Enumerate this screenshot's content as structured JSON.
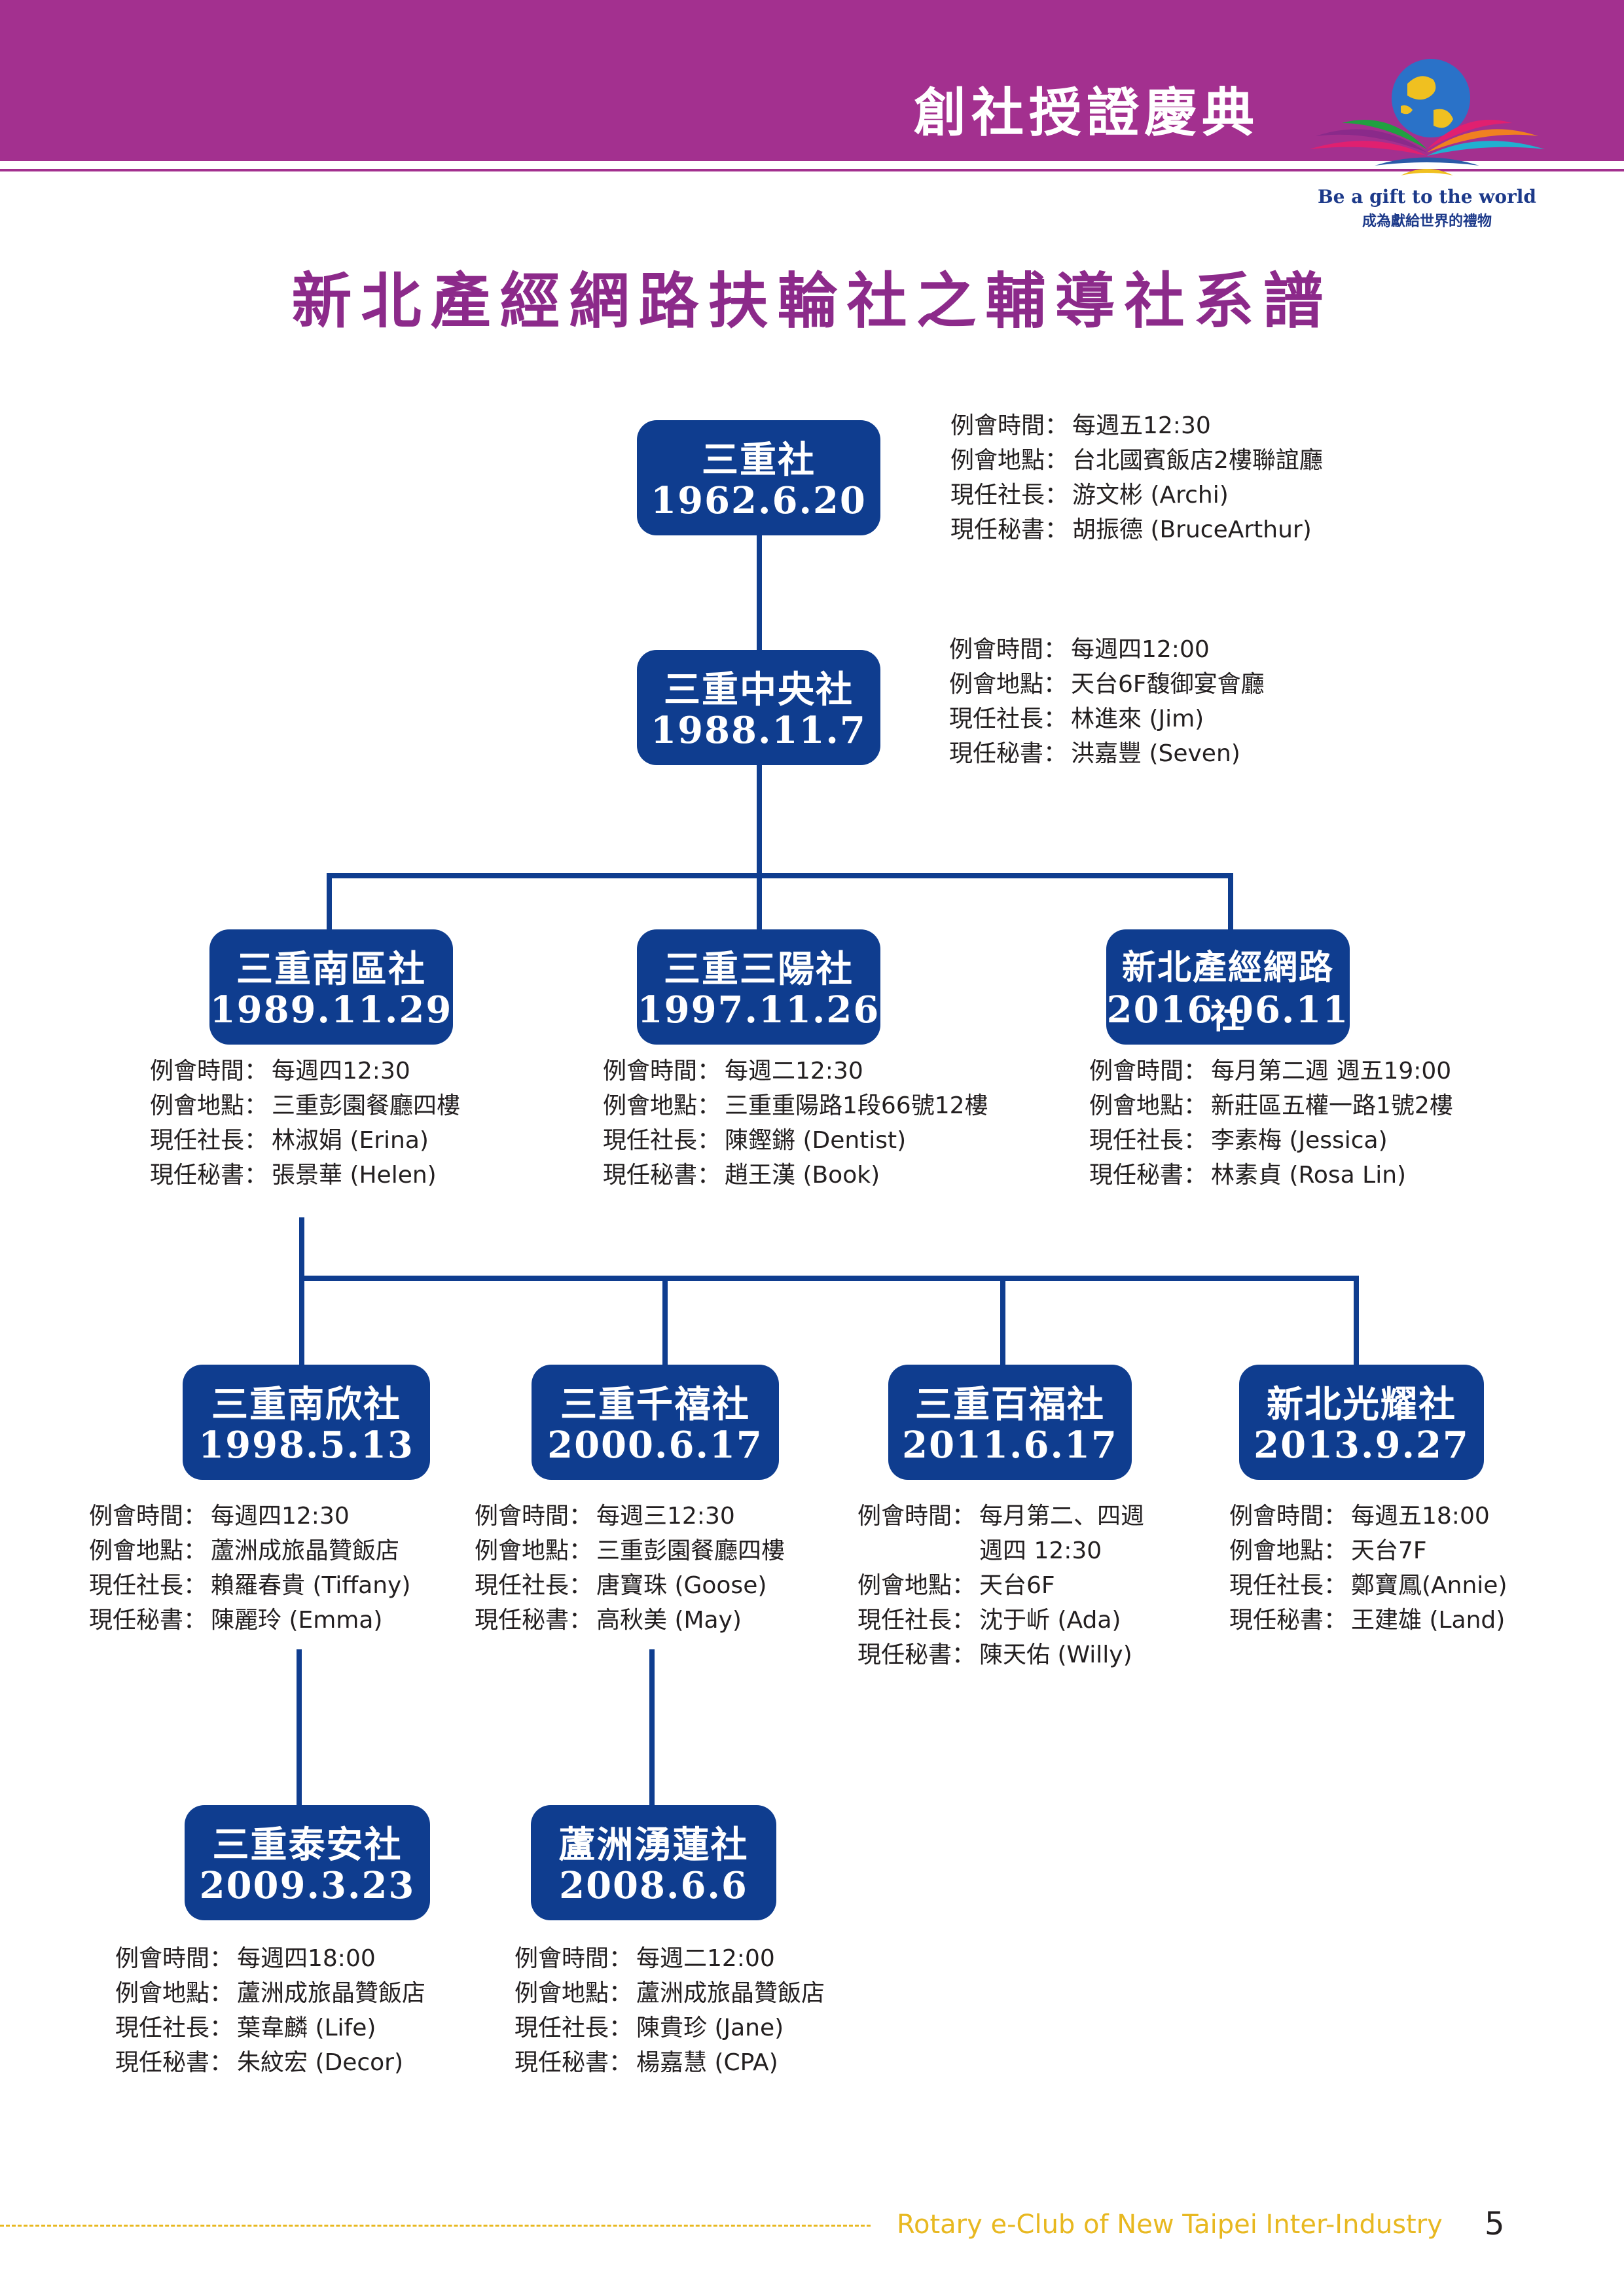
{
  "header": {
    "title": "創社授證慶典",
    "slogan_en": "Be a gift to the world",
    "slogan_zh": "成為獻給世界的禮物"
  },
  "page_title": "新北產經網路扶輪社之輔導社系譜",
  "labels": {
    "time": "例會時間：",
    "place": "例會地點：",
    "president": "現任社長：",
    "secretary": "現任秘書："
  },
  "clubs": {
    "sanchong": {
      "name": "三重社",
      "date": "1962.6.20",
      "time": "每週五12:30",
      "place": "台北國賓飯店2樓聯誼廳",
      "president": "游文彬 (Archi)",
      "secretary": "胡振德 (BruceArthur)"
    },
    "central": {
      "name": "三重中央社",
      "date": "1988.11.7",
      "time": "每週四12:00",
      "place": "天台6F馥御宴會廳",
      "president": "林進來 (Jim)",
      "secretary": "洪嘉豐 (Seven)"
    },
    "south": {
      "name": "三重南區社",
      "date": "1989.11.29",
      "time": "每週四12:30",
      "place": "三重彭園餐廳四樓",
      "president": "林淑娟 (Erina)",
      "secretary": "張景華 (Helen)"
    },
    "sanyang": {
      "name": "三重三陽社",
      "date": "1997.11.26",
      "time": "每週二12:30",
      "place": "三重重陽路1段66號12樓",
      "president": "陳鏗鏘 (Dentist)",
      "secretary": "趙王漢 (Book)"
    },
    "newtaipei": {
      "name": "新北產經網路社",
      "date": "2016.06.11",
      "time": "每月第二週 週五19:00",
      "place": "新莊區五權一路1號2樓",
      "president": "李素梅 (Jessica)",
      "secretary": "林素貞 (Rosa Lin)"
    },
    "nanxin": {
      "name": "三重南欣社",
      "date": "1998.5.13",
      "time": "每週四12:30",
      "place": "蘆洲成旅晶贊飯店",
      "president": "賴羅春貴 (Tiffany)",
      "secretary": "陳麗玲 (Emma)"
    },
    "qianxi": {
      "name": "三重千禧社",
      "date": "2000.6.17",
      "time": "每週三12:30",
      "place": "三重彭園餐廳四樓",
      "president": "唐寶珠 (Goose)",
      "secretary": "高秋美 (May)"
    },
    "baifu": {
      "name": "三重百福社",
      "date": "2011.6.17",
      "time": "每月第二、四週",
      "time2": "週四 12:30",
      "place": "天台6F",
      "president": "沈于岓 (Ada)",
      "secretary": "陳天佑 (Willy)"
    },
    "guangyao": {
      "name": "新北光耀社",
      "date": "2013.9.27",
      "time": "每週五18:00",
      "place": "天台7F",
      "president": "鄭寶鳳(Annie)",
      "secretary": "王建雄 (Land)"
    },
    "taian": {
      "name": "三重泰安社",
      "date": "2009.3.23",
      "time": "每週四18:00",
      "place": "蘆洲成旅晶贊飯店",
      "president": "葉韋麟 (Life)",
      "secretary": "朱紋宏 (Decor)"
    },
    "yonglian": {
      "name": "蘆洲湧蓮社",
      "date": "2008.6.6",
      "time": "每週二12:00",
      "place": "蘆洲成旅晶贊飯店",
      "president": "陳貴珍 (Jane)",
      "secretary": "楊嘉慧 (CPA)"
    }
  },
  "footer": {
    "text": "Rotary e-Club of New Taipei  Inter-Industry",
    "page_number": "5"
  },
  "colors": {
    "header_band": "#a3308f",
    "title": "#8c2a8a",
    "node": "#0f3d8f",
    "footer": "#e8b820"
  }
}
